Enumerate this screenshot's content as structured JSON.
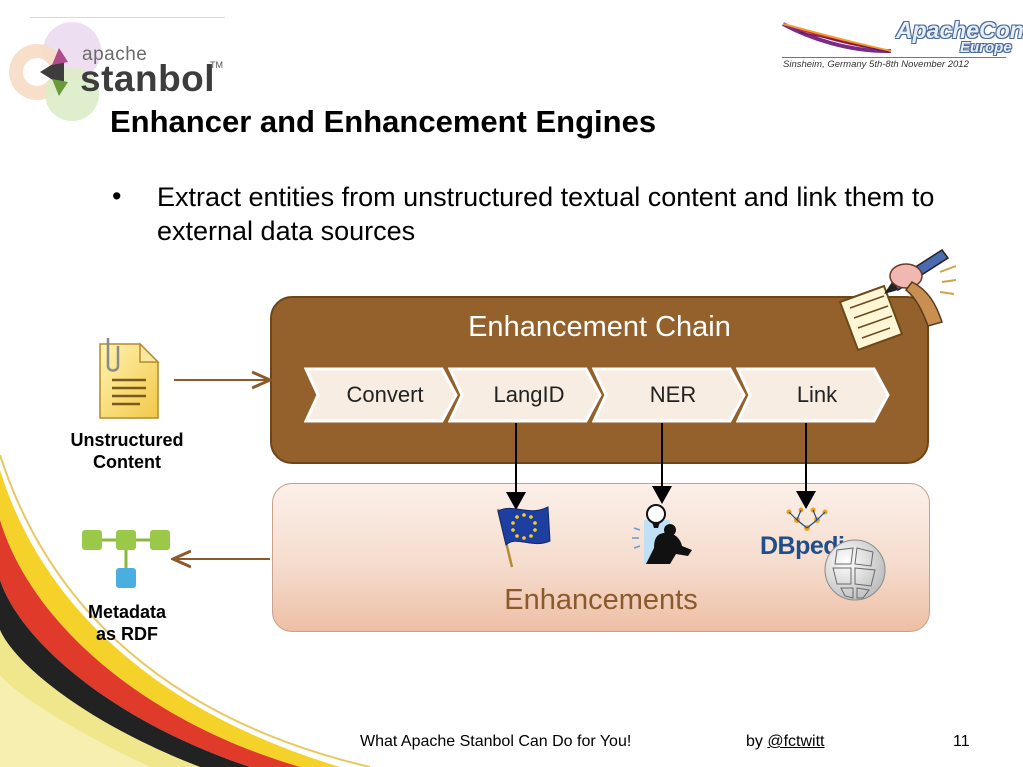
{
  "logo": {
    "apache": "apache",
    "stanbol": "stanbol",
    "tm": "TM",
    "icon": "stanbol-logo-icon"
  },
  "conference": {
    "title": "ApacheCon",
    "subtitle": "Europe",
    "dates": "Sinsheim, Germany 5th-8th November 2012",
    "icon": "apache-feather-icon"
  },
  "slide": {
    "title": "Enhancer and Enhancement Engines",
    "bullet_marker": "•",
    "bullet": "Extract entities from unstructured textual content and link them to external data sources"
  },
  "diagram": {
    "chain_title": "Enhancement Chain",
    "stages": [
      "Convert",
      "LangID",
      "NER",
      "Link"
    ],
    "enhancements_title": "Enhancements",
    "input_label_line1": "Unstructured",
    "input_label_line2": "Content",
    "output_label_line1": "Metadata",
    "output_label_line2": "as RDF",
    "dbpedia_text": "DBpedia",
    "icons": {
      "input": "document-icon",
      "output": "rdf-graph-icon",
      "writer": "writing-hand-icon",
      "langid_result": "eu-flag-icon",
      "ner_result": "person-idea-icon",
      "link_result": "dbpedia-wikipedia-icon"
    },
    "colors": {
      "chain_panel": "#94612c",
      "stage_fill": "#f8ede3",
      "enhancements_panel": "#f5dccd",
      "arrow": "#8b5a2b"
    }
  },
  "footer": {
    "title": "What Apache Stanbol Can Do for You!",
    "by": "by",
    "handle": "@fctwitt",
    "page": "11"
  }
}
